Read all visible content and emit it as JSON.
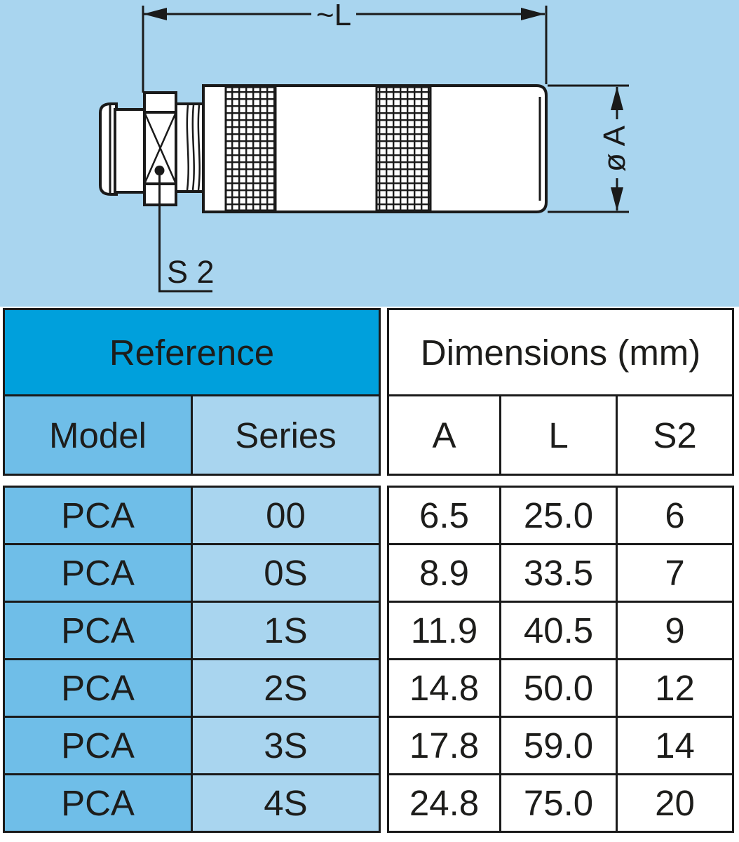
{
  "drawing": {
    "background_color": "#a9d5ef",
    "line_color": "#1a1a1a",
    "length_label": "~L",
    "diameter_label": "ø A",
    "wrench_label": "S 2"
  },
  "table": {
    "reference_header": "Reference",
    "dimensions_header": "Dimensions (mm)",
    "model_header": "Model",
    "series_header": "Series",
    "col_a": "A",
    "col_l": "L",
    "col_s2": "S2",
    "rows": [
      {
        "model": "PCA",
        "series": "00",
        "a": "6.5",
        "l": "25.0",
        "s2": "6"
      },
      {
        "model": "PCA",
        "series": "0S",
        "a": "8.9",
        "l": "33.5",
        "s2": "7"
      },
      {
        "model": "PCA",
        "series": "1S",
        "a": "11.9",
        "l": "40.5",
        "s2": "9"
      },
      {
        "model": "PCA",
        "series": "2S",
        "a": "14.8",
        "l": "50.0",
        "s2": "12"
      },
      {
        "model": "PCA",
        "series": "3S",
        "a": "17.8",
        "l": "59.0",
        "s2": "14"
      },
      {
        "model": "PCA",
        "series": "4S",
        "a": "24.8",
        "l": "75.0",
        "s2": "20"
      }
    ]
  },
  "colors": {
    "header_cyan": "#00a0dc",
    "model_blue": "#6fbee8",
    "series_blue": "#a9d5ef",
    "cell_white": "#ffffff",
    "line_dark": "#1a1a1a"
  }
}
